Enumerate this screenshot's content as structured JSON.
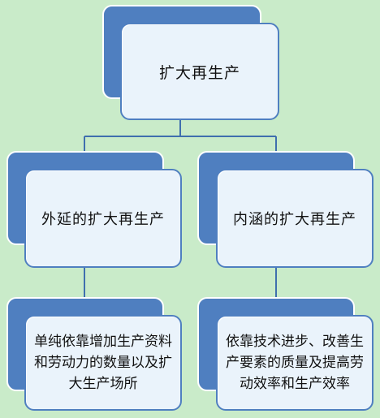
{
  "diagram": {
    "root": {
      "label": "扩大再生产"
    },
    "branches": [
      {
        "label": "外延的扩大再生产",
        "detail": "单纯依靠增加生产资料和劳动力的数量以及扩大生产场所"
      },
      {
        "label": "内涵的扩大再生产",
        "detail": "依靠技术进步、改善生产要素的质量及提高劳动效率和生产效率"
      }
    ]
  },
  "colors": {
    "background": "#c9ebc9",
    "box_back": "#4f7fc0",
    "box_front": "#eaf3fb",
    "connector": "#3f6fae"
  }
}
